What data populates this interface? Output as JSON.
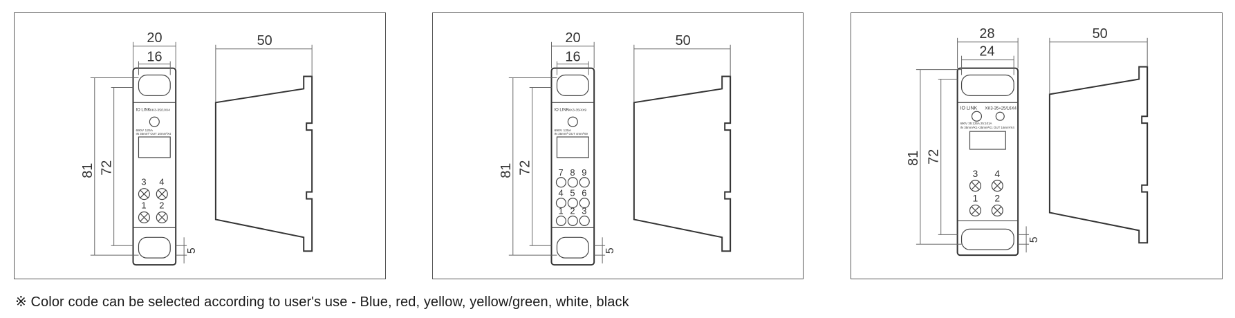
{
  "panels": [
    {
      "dims": {
        "width_outer": "20",
        "width_inner": "16",
        "height_outer": "81",
        "height_inner": "72",
        "small": "5",
        "depth": "50"
      },
      "label": {
        "brand": "IO LINK",
        "model": "XK3-35/10X4",
        "spec": "690V 125A",
        "io": "IN 35mm²  OUT 10mm²X4"
      },
      "terminal_numbers": [
        "3",
        "4",
        "1",
        "2"
      ]
    },
    {
      "dims": {
        "width_outer": "20",
        "width_inner": "16",
        "height_outer": "81",
        "height_inner": "72",
        "small": "5",
        "depth": "50"
      },
      "label": {
        "brand": "IO LINK",
        "model": "XK3-35/4X9",
        "spec": "690V 125A",
        "io": "IN 35mm²  OUT 4mm²X9"
      },
      "terminal_numbers": [
        "7",
        "8",
        "9",
        "4",
        "5",
        "6",
        "1",
        "2",
        "3"
      ]
    },
    {
      "dims": {
        "width_outer": "28",
        "width_inner": "24",
        "height_outer": "81",
        "height_inner": "72",
        "small": "5",
        "depth": "50"
      },
      "label": {
        "brand": "IO LINK",
        "model": "XK3-35+25/16X4",
        "spec": "690V 35:125A 25:101A",
        "io": "IN 35mm²X1+25mm²X1  OUT 16mm²X4"
      },
      "terminal_numbers": [
        "3",
        "4",
        "1",
        "2"
      ]
    }
  ],
  "footnote": "※ Color code can be selected according to user's use - Blue, red, yellow, yellow/green, white, black"
}
